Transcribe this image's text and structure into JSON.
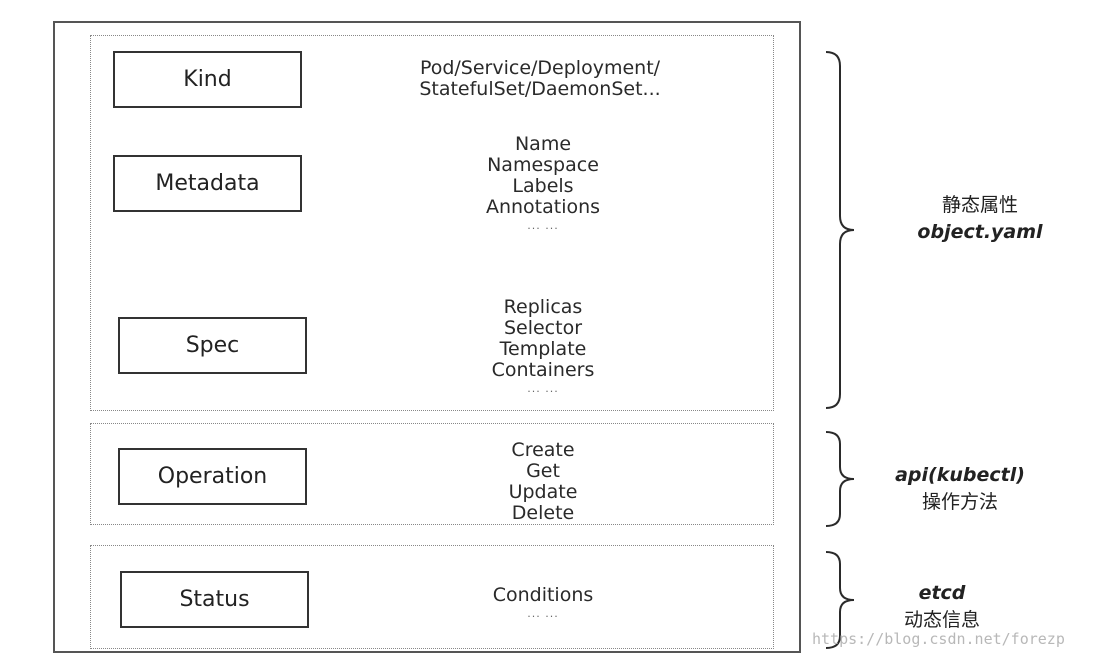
{
  "sections": [
    {
      "boxes": [
        {
          "label": "Kind",
          "values": [
            "Pod/Service/Deployment/",
            "StatefulSet/DaemonSet..."
          ],
          "ellipsis": ""
        },
        {
          "label": "Metadata",
          "values": [
            "Name",
            "Namespace",
            "Labels",
            "Annotations"
          ],
          "ellipsis": "... ..."
        },
        {
          "label": "Spec",
          "values": [
            "Replicas",
            "Selector",
            "Template",
            "Containers"
          ],
          "ellipsis": "... ..."
        }
      ],
      "annotation": {
        "line1": "静态属性",
        "line2": "object.yaml"
      }
    },
    {
      "boxes": [
        {
          "label": "Operation",
          "values": [
            "Create",
            "Get",
            "Update",
            "Delete"
          ],
          "ellipsis": ""
        }
      ],
      "annotation": {
        "line1": "api(kubectl)",
        "line2": "操作方法"
      }
    },
    {
      "boxes": [
        {
          "label": "Status",
          "values": [
            "Conditions"
          ],
          "ellipsis": "... ..."
        }
      ],
      "annotation": {
        "line1": "etcd",
        "line2": "动态信息"
      }
    }
  ],
  "watermark": "https://blog.csdn.net/forezp"
}
